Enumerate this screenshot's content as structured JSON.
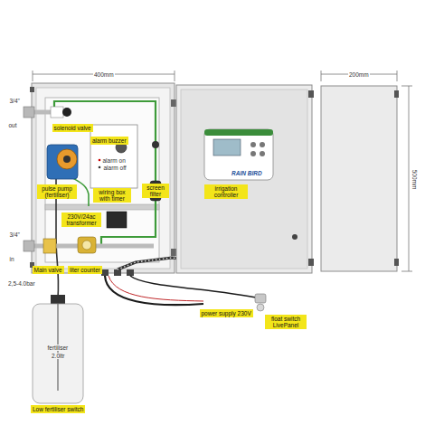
{
  "diagram": {
    "nodes": [
      {
        "text": [
          "solenoid valve"
        ]
      },
      {
        "text": [
          "alarm buzzer"
        ]
      },
      {
        "text": [
          "screen filter"
        ]
      },
      {
        "text": [
          "pulse pump (fertiliser)"
        ]
      },
      {
        "text": [
          "wiring box with timer"
        ]
      },
      {
        "text": [
          "230V/24ac transformer"
        ]
      },
      {
        "text": [
          "irrigation controller"
        ]
      },
      {
        "text": [
          "Main valve"
        ]
      },
      {
        "text": [
          "liter counter"
        ]
      },
      {
        "text": [
          "power supply 230V"
        ]
      },
      {
        "text": [
          "float switch LivePanel"
        ]
      },
      {
        "text": [
          "Low fertiliser switch"
        ]
      }
    ],
    "labels": [
      "400mm",
      "200mm",
      "500mm",
      "3/4\"",
      "out",
      "3/4\"",
      "in",
      "2,5-4.0bar",
      "fertiliser",
      "2.0ltr",
      "alarm on",
      "alarm off",
      "RAIN BIRD"
    ]
  }
}
